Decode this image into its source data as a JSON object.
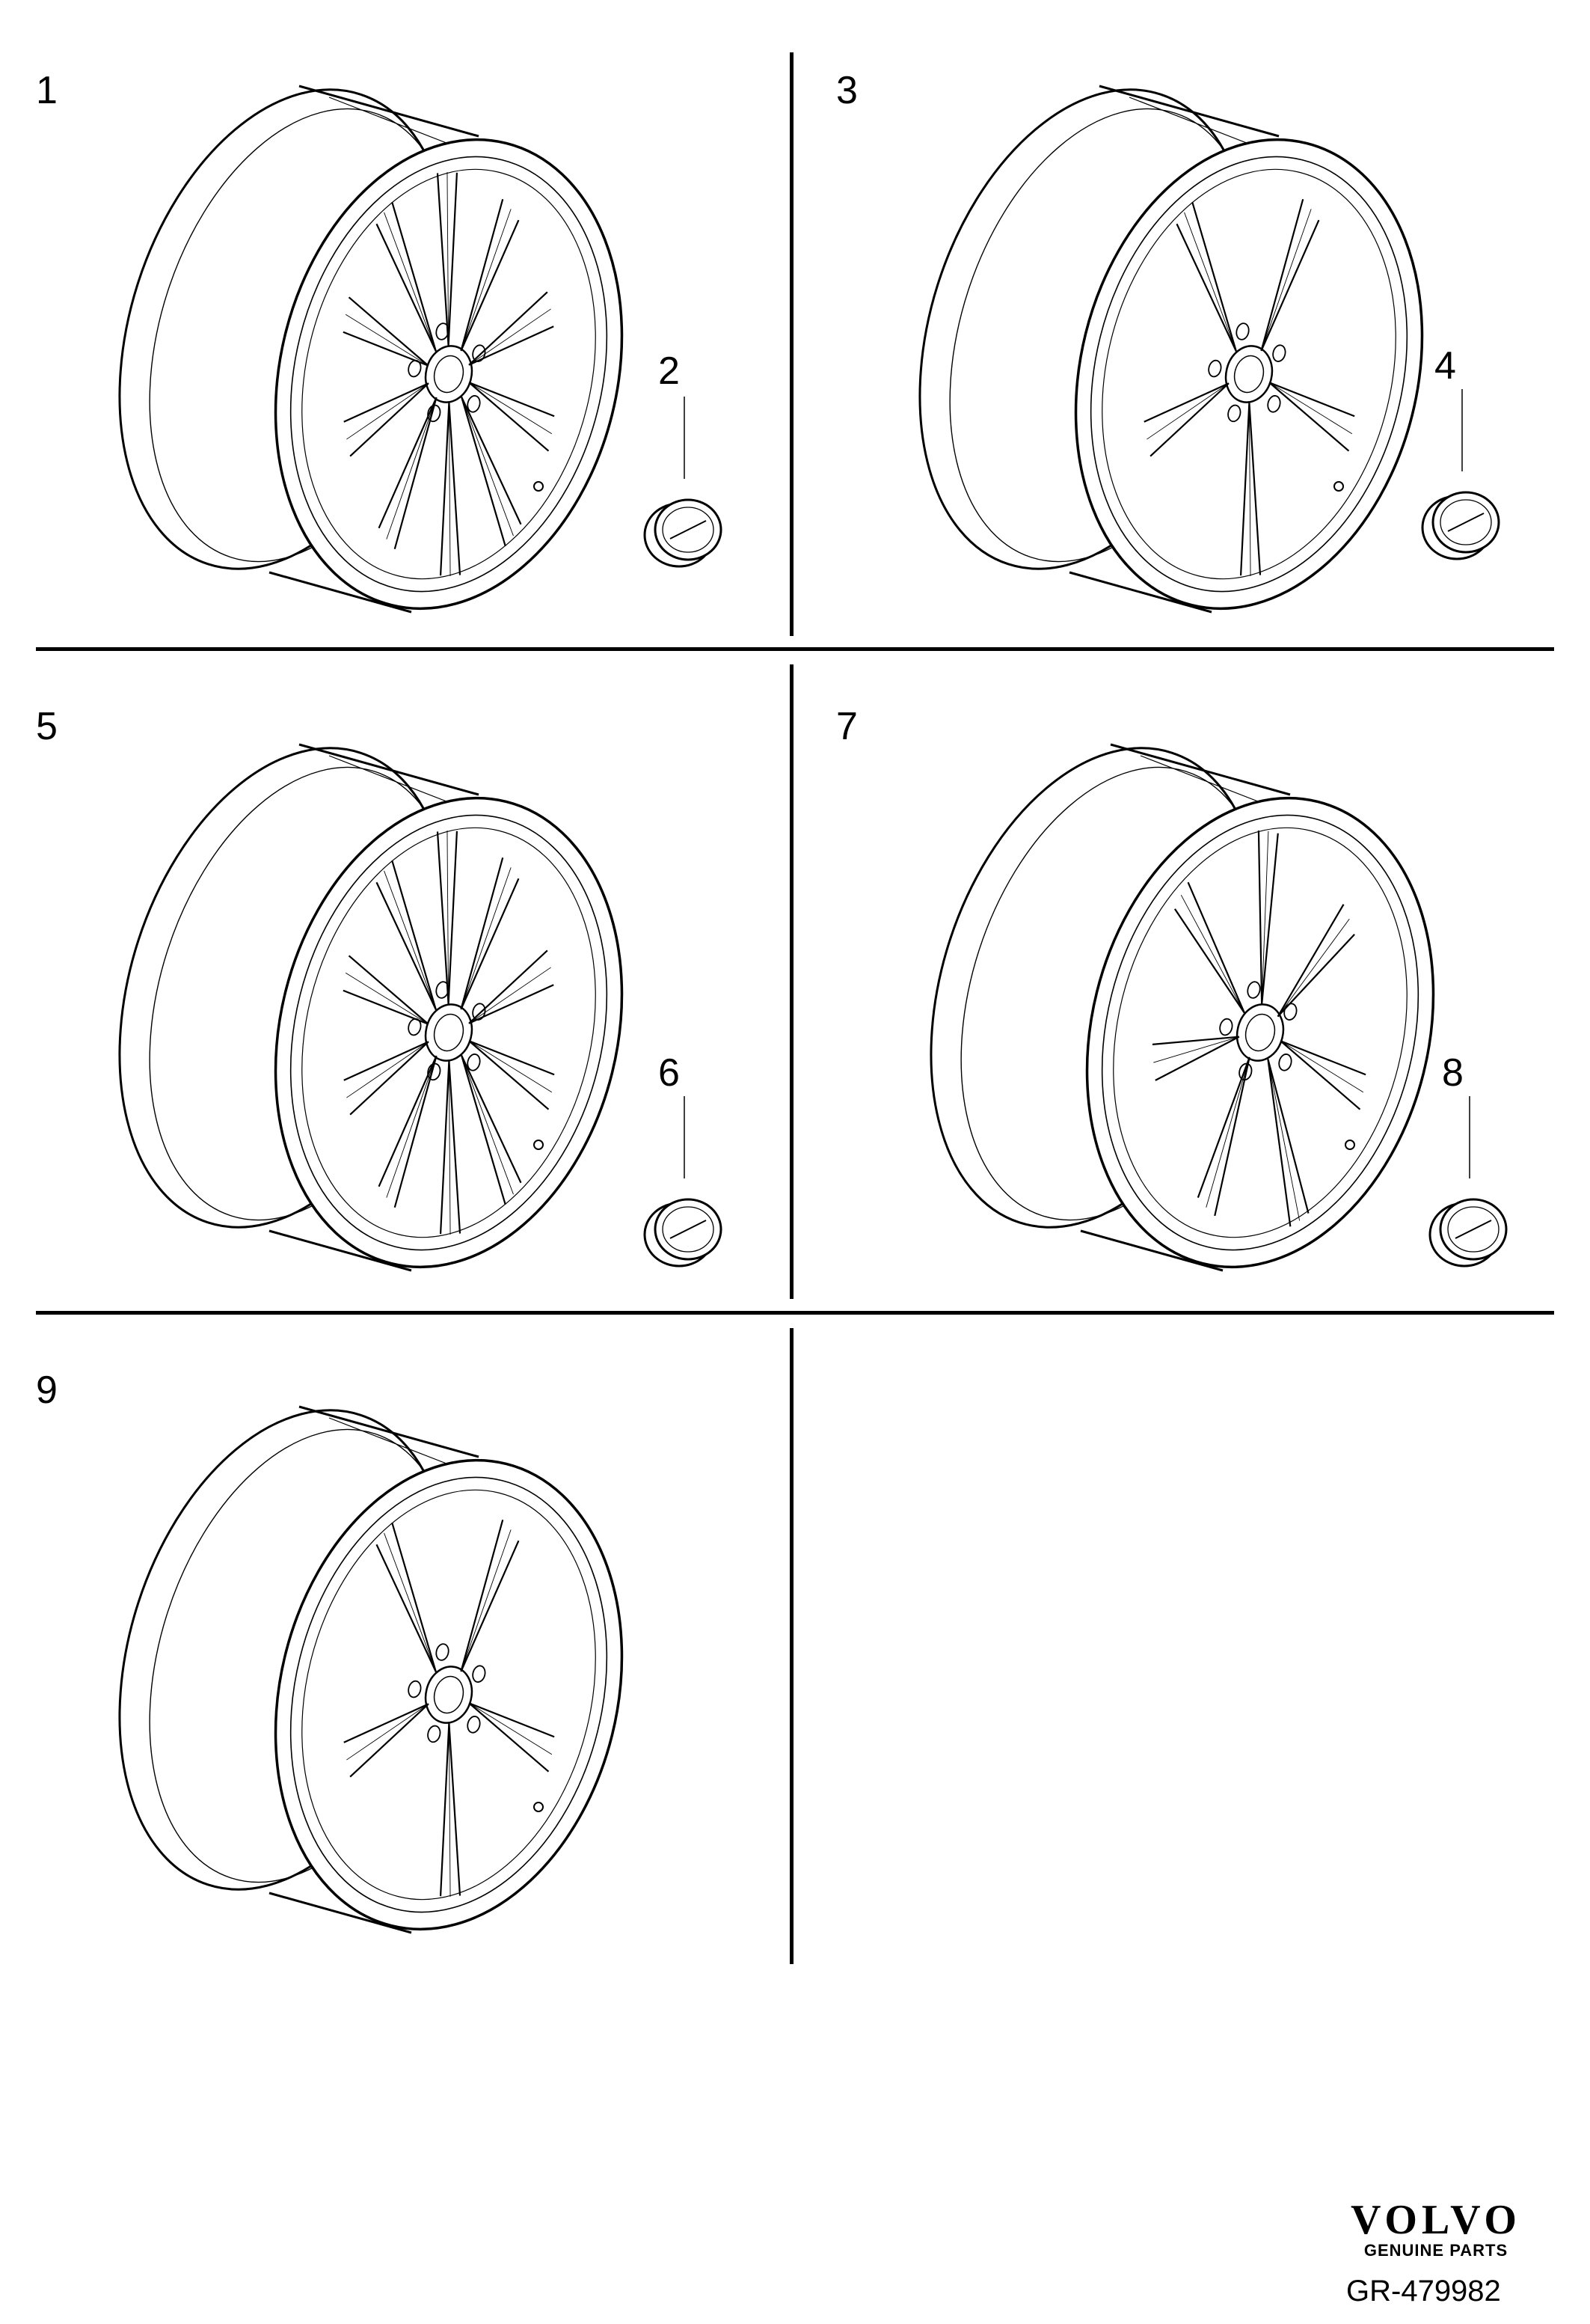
{
  "callouts": {
    "c1": "1",
    "c2": "2",
    "c3": "3",
    "c4": "4",
    "c5": "5",
    "c6": "6",
    "c7": "7",
    "c8": "8",
    "c9": "9"
  },
  "parts": [
    {
      "item": "1",
      "kind": "wheel-rim",
      "spokes": 10
    },
    {
      "item": "2",
      "kind": "center-cap"
    },
    {
      "item": "3",
      "kind": "wheel-rim",
      "spokes": 5
    },
    {
      "item": "4",
      "kind": "center-cap"
    },
    {
      "item": "5",
      "kind": "wheel-rim",
      "spokes": 10
    },
    {
      "item": "6",
      "kind": "center-cap"
    },
    {
      "item": "7",
      "kind": "wheel-rim",
      "spokes": 7
    },
    {
      "item": "8",
      "kind": "center-cap"
    },
    {
      "item": "9",
      "kind": "wheel-rim",
      "spokes": 5
    }
  ],
  "brand": {
    "name": "VOLVO",
    "subtitle": "GENUINE PARTS"
  },
  "drawing_number": "GR-479982",
  "colors": {
    "line": "#000000",
    "background": "#ffffff"
  }
}
